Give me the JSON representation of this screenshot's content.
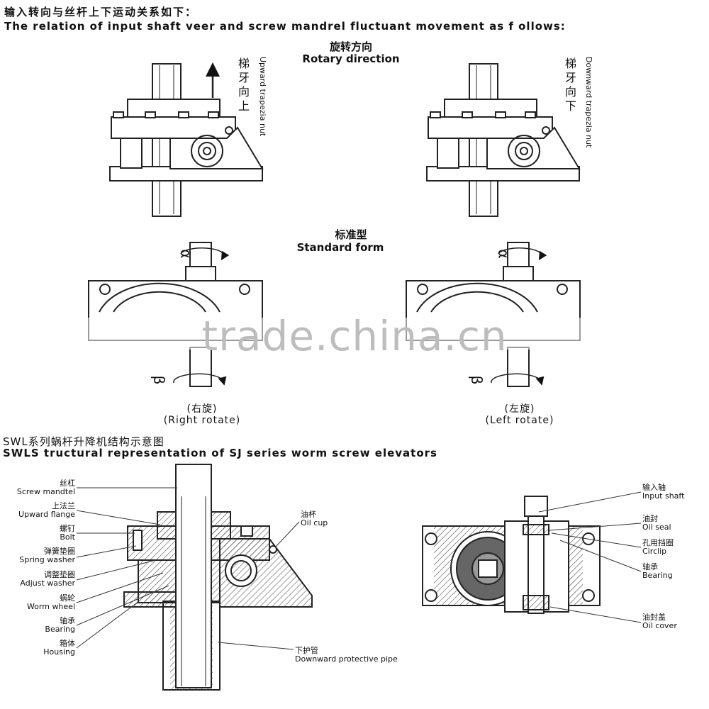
{
  "header": {
    "title_cn": "输入转向与丝杆上下运动关系如下：",
    "title_en": "The relation of input shaft veer and screw mandrel fluctuant movement as f ollows:"
  },
  "rotary": {
    "label_cn": "旋转方向",
    "label_en": "Rotary direction",
    "left": {
      "label_cn": "梯牙向上",
      "label_en": "Upward trapezia nut"
    },
    "right": {
      "label_cn": "梯牙向下",
      "label_en": "Downward trapezia nut"
    }
  },
  "standard": {
    "label_cn": "标准型",
    "label_en": "Standard form",
    "right_rotate_cn": "(右旋)",
    "right_rotate_en": "(Right rotate)",
    "left_rotate_cn": "(左旋)",
    "left_rotate_en": "(Left rotate)",
    "alpha": "α",
    "beta": "β"
  },
  "watermark": "trade.china.cn",
  "structure": {
    "title_cn": "SWL系列蜗杆升降机结构示意图",
    "title_en": "SWLS tructural representation of SJ series worm screw elevators",
    "left_parts": [
      {
        "cn": "丝杠",
        "en": "Screw mandtel"
      },
      {
        "cn": "上法兰",
        "en": "Upward flange"
      },
      {
        "cn": "螺钉",
        "en": "Bolt"
      },
      {
        "cn": "弹簧垫圈",
        "en": "Spring washer"
      },
      {
        "cn": "调整垫圈",
        "en": "Adjust washer"
      },
      {
        "cn": "蜗轮",
        "en": "Worm wheel"
      },
      {
        "cn": "轴承",
        "en": "Bearing"
      },
      {
        "cn": "箱体",
        "en": "Housing"
      }
    ],
    "oil_cup": {
      "cn": "油杯",
      "en": "Oil cup"
    },
    "protective_pipe": {
      "cn": "下护管",
      "en": "Downward protective pipe"
    },
    "right_parts": [
      {
        "cn": "输入轴",
        "en": "Input shaft"
      },
      {
        "cn": "油封",
        "en": "Oil seal"
      },
      {
        "cn": "孔用挡圈",
        "en": "Circlip"
      },
      {
        "cn": "轴承",
        "en": "Bearing"
      },
      {
        "cn": "油封盖",
        "en": "Oil cover"
      }
    ]
  }
}
